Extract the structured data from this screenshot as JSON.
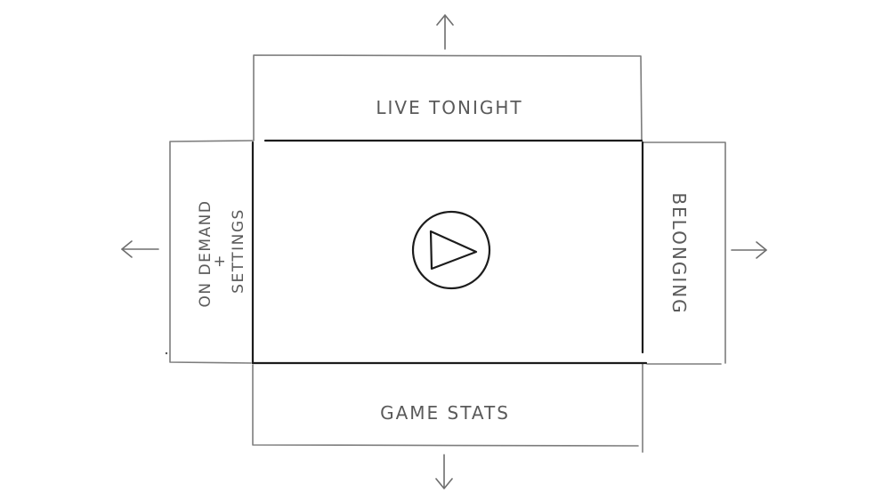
{
  "panels": {
    "top": {
      "label": "LIVE TONIGHT"
    },
    "bottom": {
      "label": "GAME STATS"
    },
    "left": {
      "line1": "ON DEMAND",
      "line2": "+",
      "line3": "SETTINGS"
    },
    "right": {
      "label": "BELONGING"
    }
  },
  "center": {
    "icon": "play-icon"
  },
  "arrows": [
    "arrow-up-icon",
    "arrow-down-icon",
    "arrow-left-icon",
    "arrow-right-icon"
  ],
  "colors": {
    "stroke_dark": "#1c1c1c",
    "stroke_light": "#7d7d7d",
    "text": "#5a5a5a"
  }
}
